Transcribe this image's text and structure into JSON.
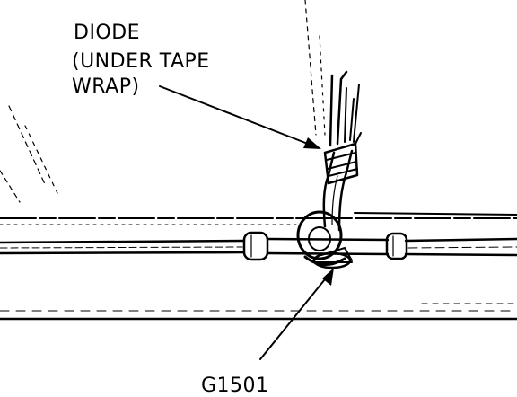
{
  "labels": {
    "diode_line1": "DIODE",
    "diode_line2": "(UNDER TAPE",
    "diode_line3": "WRAP)",
    "ground": "G1501"
  },
  "colors": {
    "ink": "#000000",
    "paper": "#ffffff"
  }
}
